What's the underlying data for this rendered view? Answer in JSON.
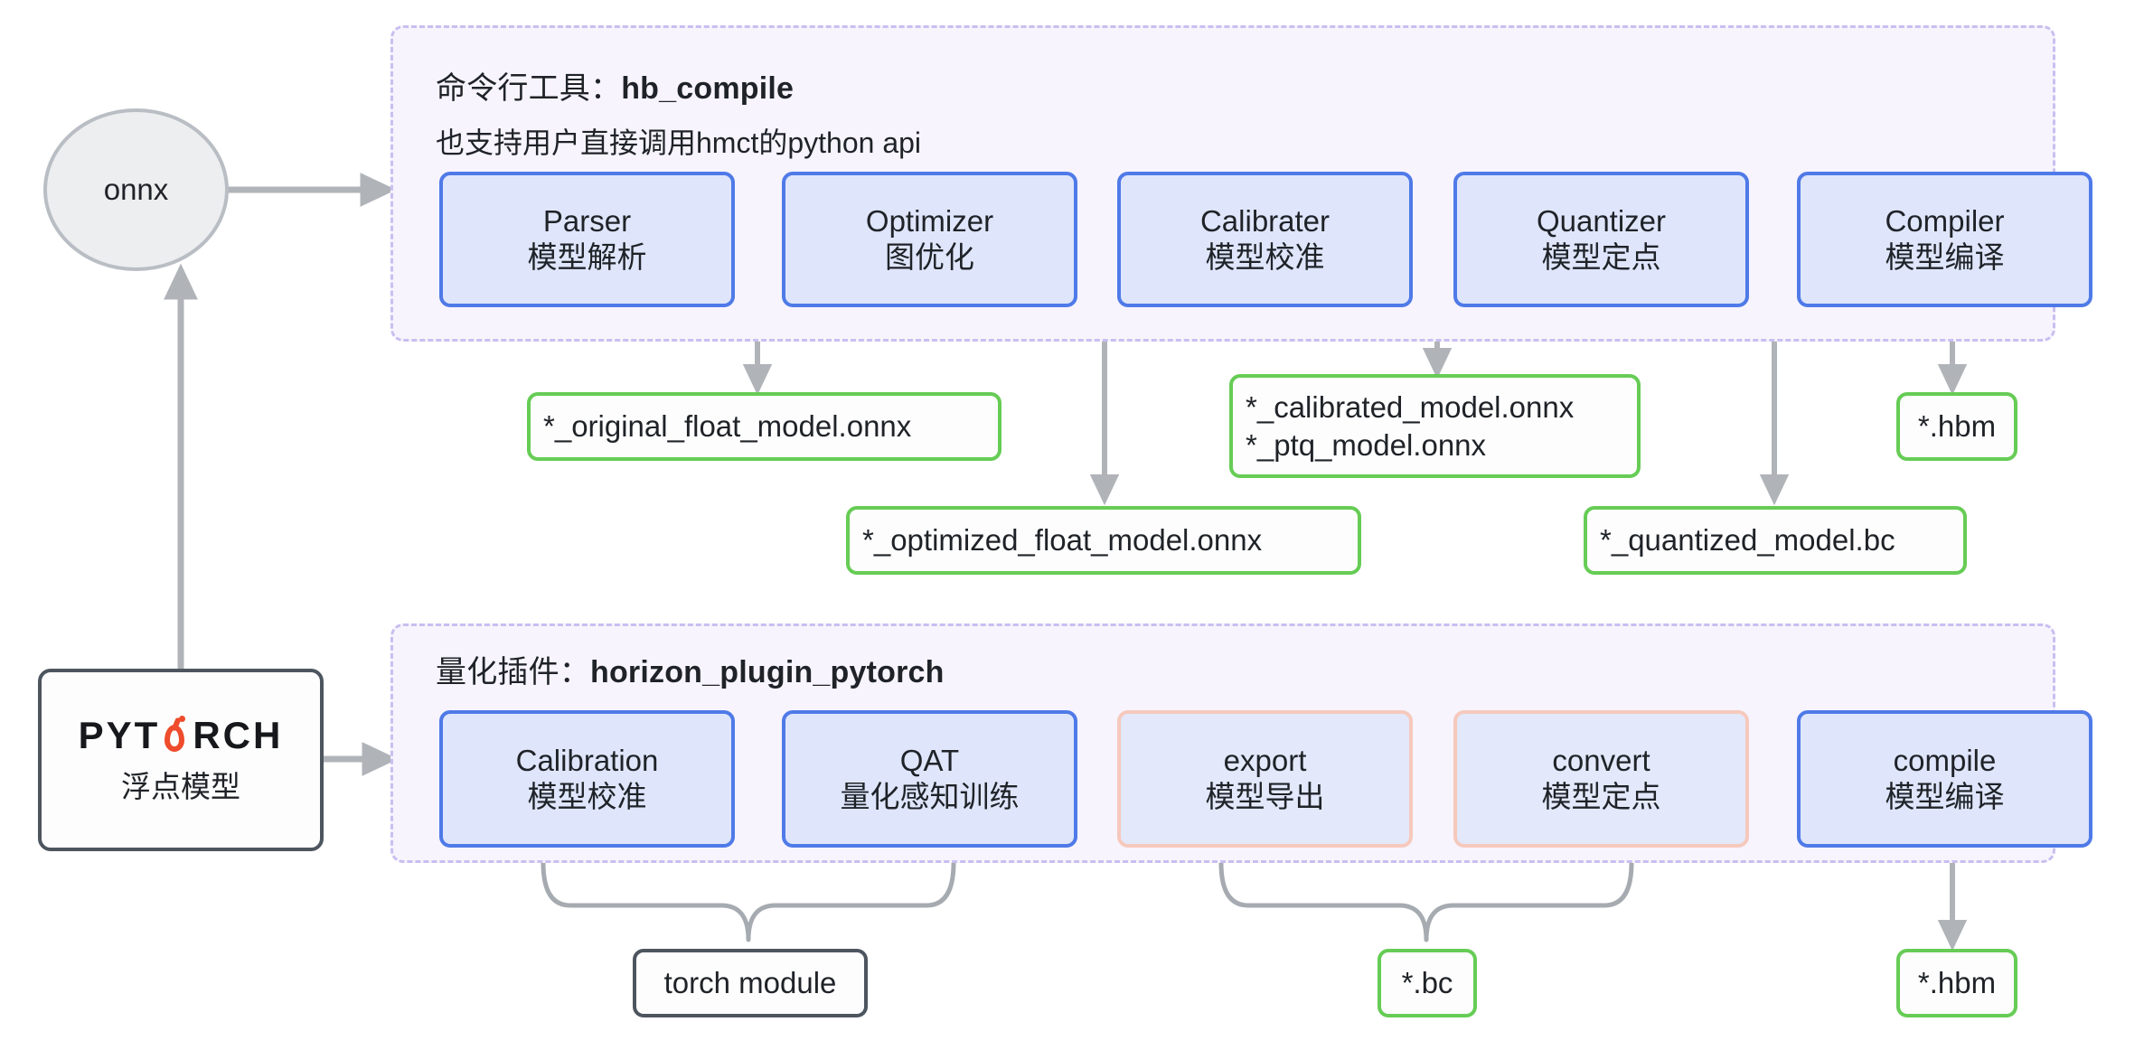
{
  "source_nodes": {
    "onnx": {
      "label": "onnx"
    },
    "pytorch": {
      "logo_left": "PYT",
      "logo_right": "RCH",
      "flame_icon": "pytorch-flame-icon",
      "caption": "浮点模型"
    }
  },
  "panels": [
    {
      "id": "hb-compile",
      "title_prefix": "命令行工具：",
      "title_strong": "hb_compile",
      "subtitle": "也支持用户直接调用hmct的python api",
      "stages": [
        {
          "en": "Parser",
          "cn": "模型解析",
          "style": "blue"
        },
        {
          "en": "Optimizer",
          "cn": "图优化",
          "style": "blue"
        },
        {
          "en": "Calibrater",
          "cn": "模型校准",
          "style": "blue"
        },
        {
          "en": "Quantizer",
          "cn": "模型定点",
          "style": "blue"
        },
        {
          "en": "Compiler",
          "cn": "模型编译",
          "style": "blue"
        }
      ]
    },
    {
      "id": "horizon-plugin-pytorch",
      "title_prefix": "量化插件：",
      "title_strong": "horizon_plugin_pytorch",
      "subtitle": "",
      "stages": [
        {
          "en": "Calibration",
          "cn": "模型校准",
          "style": "blue"
        },
        {
          "en": "QAT",
          "cn": "量化感知训练",
          "style": "blue"
        },
        {
          "en": "export",
          "cn": "模型导出",
          "style": "pink"
        },
        {
          "en": "convert",
          "cn": "模型定点",
          "style": "pink"
        },
        {
          "en": "compile",
          "cn": "模型编译",
          "style": "blue"
        }
      ]
    }
  ],
  "artifacts": {
    "original_float": {
      "line1": "*_original_float_model.onnx"
    },
    "calibrated_ptq": {
      "line1": "*_calibrated_model.onnx",
      "line2": "*_ptq_model.onnx"
    },
    "optimized_float": {
      "line1": "*_optimized_float_model.onnx"
    },
    "quantized_bc": {
      "line1": "*_quantized_model.bc"
    },
    "hbm_top": {
      "line1": "*.hbm"
    },
    "bc_bottom": {
      "line1": "*.bc"
    },
    "hbm_bottom": {
      "line1": "*.hbm"
    },
    "torch_module": {
      "line1": "torch module"
    }
  },
  "colors": {
    "panel_border": "#c9bff0",
    "panel_fill": "#f7f4fd",
    "stage_blue_border": "#4f7ae8",
    "stage_blue_fill": "#dfe6fb",
    "stage_pink_border": "#f6c9bd",
    "artifact_border": "#66cc55",
    "grey_border": "#4d555f",
    "arrow": "#b0b4b9",
    "pytorch_orange": "#ee4c2c"
  }
}
